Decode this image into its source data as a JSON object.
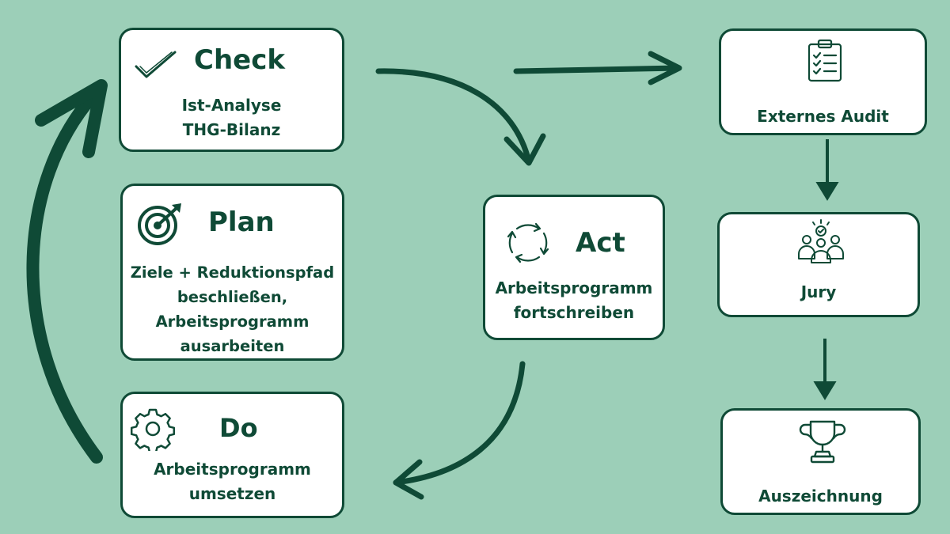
{
  "check": {
    "title": "Check",
    "lines": [
      "Ist-Analyse",
      "THG-Bilanz"
    ]
  },
  "plan": {
    "title": "Plan",
    "lines": [
      "Ziele + Reduktionspfad",
      "beschließen,",
      "Arbeitsprogramm",
      "ausarbeiten"
    ]
  },
  "do": {
    "title": "Do",
    "lines": [
      "Arbeitsprogramm",
      "umsetzen"
    ]
  },
  "act": {
    "title": "Act",
    "lines": [
      "Arbeitsprogramm",
      "fortschreiben"
    ]
  },
  "audit": {
    "label": "Externes Audit"
  },
  "jury": {
    "label": "Jury"
  },
  "award": {
    "label": "Auszeichnung"
  },
  "icons": {
    "check": "checkmark-icon",
    "plan": "target-icon",
    "do": "gear-icon",
    "act": "cycle-icon",
    "audit": "clipboard-checklist-icon",
    "jury": "jury-group-icon",
    "award": "trophy-icon"
  },
  "colors": {
    "background": "#9ccfb8",
    "accent": "#0f4a36",
    "box": "#ffffff"
  }
}
